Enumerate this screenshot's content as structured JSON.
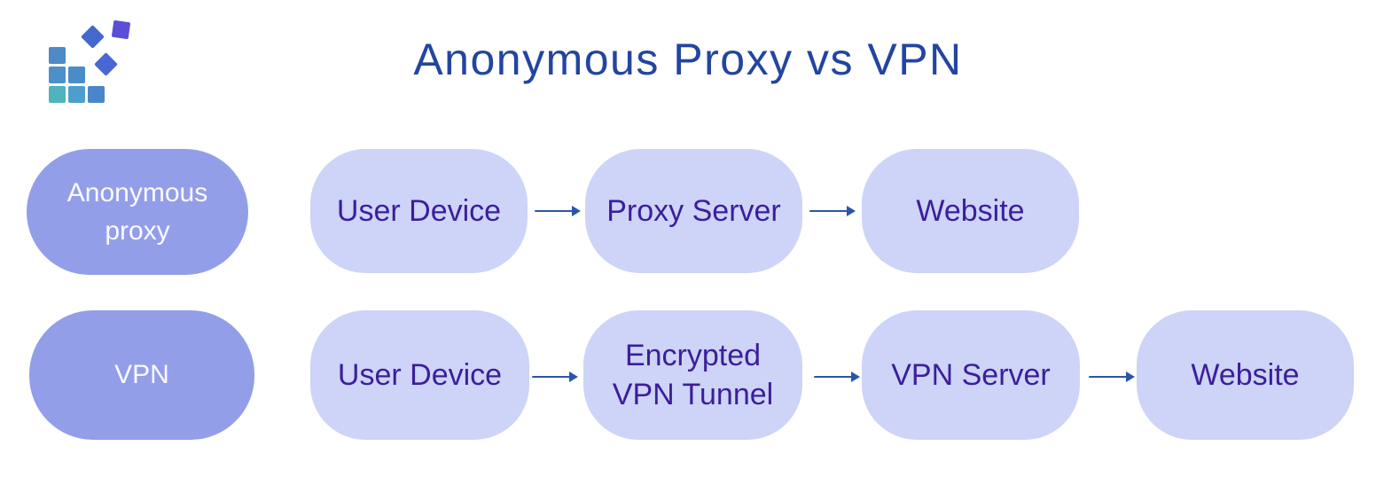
{
  "header": {
    "title": "Anonymous Proxy vs VPN"
  },
  "logo": {
    "icon": "pixel-squares-logo"
  },
  "colors": {
    "title_text": "#2345a0",
    "row_label_bg": "#939ee9",
    "row_label_text": "#fbfaff",
    "node_bg": "#cdd4f7",
    "node_text": "#3c1e9c",
    "arrow": "#2a55aa",
    "logo_teal": "#4fb3bd",
    "logo_steel_blue": "#4b8cc8",
    "logo_indigo": "#5b4ed8"
  },
  "rows": [
    {
      "label": "Anonymous proxy",
      "nodes": [
        "User Device",
        "Proxy Server",
        "Website"
      ]
    },
    {
      "label": "VPN",
      "nodes": [
        "User Device",
        "Encrypted VPN Tunnel",
        "VPN Server",
        "Website"
      ]
    }
  ]
}
